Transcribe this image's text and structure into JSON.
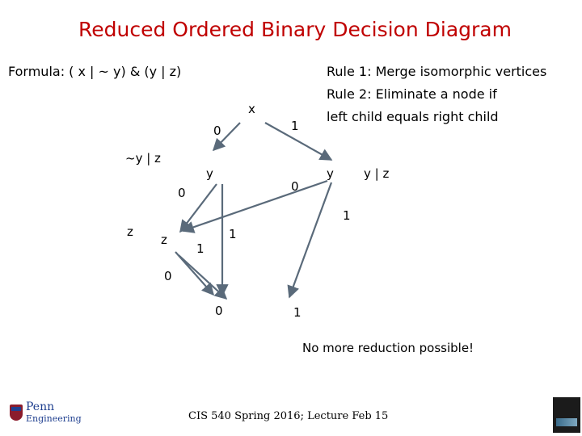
{
  "title": "Reduced Ordered Binary Decision Diagram",
  "formula": "Formula: ( x | ~ y) & (y | z)",
  "rules": [
    "Rule 1: Merge isomorphic vertices",
    "Rule 2: Eliminate a node if",
    "left child equals right child"
  ],
  "nodes": {
    "x": "x",
    "y_left": "y",
    "y_right": "y",
    "z": "z",
    "t0": "0",
    "t1": "1"
  },
  "node_annotations": {
    "y_left": "~y | z",
    "y_right": "y | z",
    "z": "z"
  },
  "edge_labels": {
    "x_to_y_left": "0",
    "x_to_y_right": "1",
    "y_left_to_z": "0",
    "y_left_to_t1": "1",
    "y_right_to_z": "0",
    "y_right_to_t1": "1",
    "z_to_t0": "0",
    "z_to_t1": "1"
  },
  "note": "No more reduction possible!",
  "footer": "CIS 540 Spring 2016; Lecture Feb 15",
  "logo": {
    "line1": "Penn",
    "line2": "Engineering"
  },
  "colors": {
    "title": "#c00000",
    "diagram": "#5a6a7a"
  }
}
